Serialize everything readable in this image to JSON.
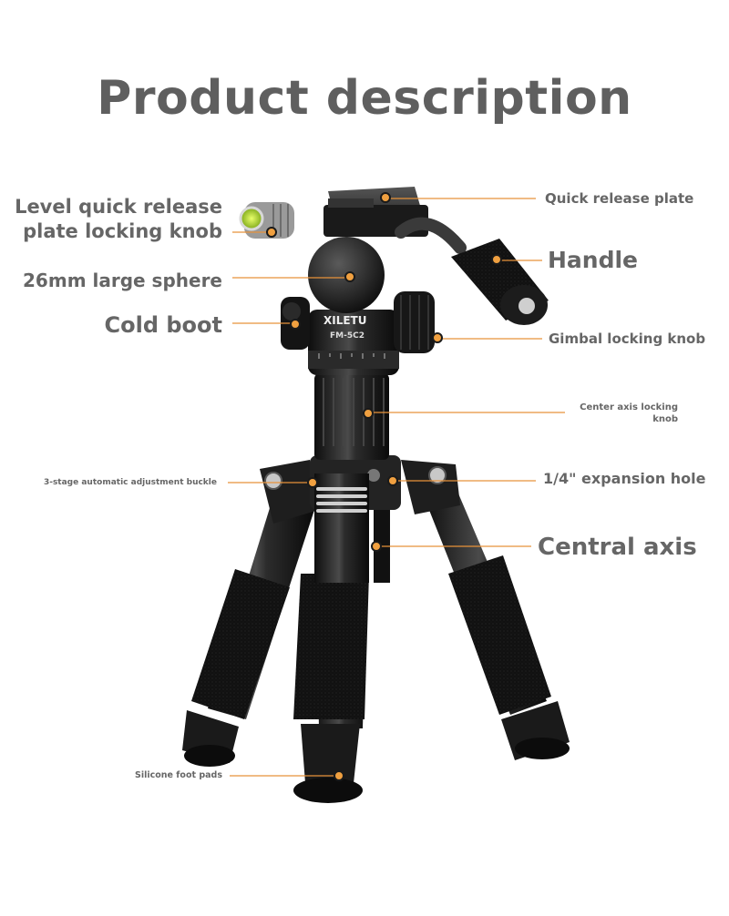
{
  "title": "Product description",
  "brand": {
    "name": "XILETU",
    "model": "FM-5C2"
  },
  "colors": {
    "accent": "#e8923a",
    "text": "#666666",
    "title": "#5f5f5f",
    "body": "#1b1b1b"
  },
  "labels": {
    "level_knob_line1": "Level quick release",
    "level_knob_line2": "plate locking knob",
    "quick_release_plate": "Quick release plate",
    "handle": "Handle",
    "large_sphere": "26mm large sphere",
    "cold_boot": "Cold boot",
    "gimbal_knob": "Gimbal locking knob",
    "center_axis_knob_line1": "Center axis locking",
    "center_axis_knob_line2": "knob",
    "adjustment_buckle": "3-stage automatic adjustment buckle",
    "expansion_hole": "1/4\" expansion hole",
    "central_axis": "Central axis",
    "foot_pads": "Silicone foot pads"
  }
}
